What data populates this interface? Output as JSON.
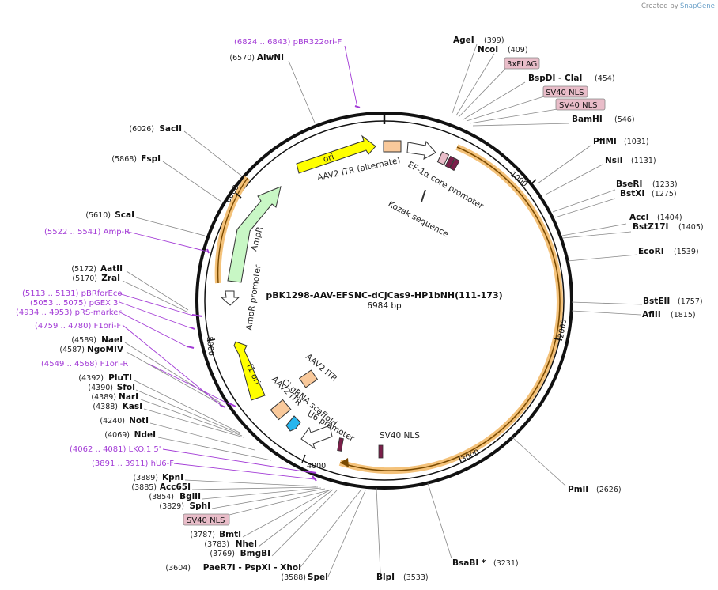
{
  "credit": {
    "created_by": "Created by",
    "brand": "SnapGene"
  },
  "plasmid": {
    "name": "pBK1298-AAV-EFSNC-dCjCas9-HP1bNH(111-173)",
    "length_label": "6984 bp"
  },
  "ticks": [
    "1000",
    "2000",
    "3000",
    "4000",
    "5000",
    "6000"
  ],
  "sites_right": [
    {
      "name": "AgeI",
      "pos": "(399)"
    },
    {
      "name": "NcoI",
      "pos": "(409)"
    },
    {
      "name": "BspDI - ClaI",
      "pos": "(454)"
    },
    {
      "name": "BamHI",
      "pos": "(546)"
    },
    {
      "name": "PflMI",
      "pos": "(1031)"
    },
    {
      "name": "NsiI",
      "pos": "(1131)"
    },
    {
      "name": "BseRI",
      "pos": "(1233)"
    },
    {
      "name": "BstXI",
      "pos": "(1275)"
    },
    {
      "name": "AccI",
      "pos": "(1404)"
    },
    {
      "name": "BstZ17I",
      "pos": "(1405)"
    },
    {
      "name": "EcoRI",
      "pos": "(1539)"
    },
    {
      "name": "BstEII",
      "pos": "(1757)"
    },
    {
      "name": "AflII",
      "pos": "(1815)"
    },
    {
      "name": "PmlI",
      "pos": "(2626)"
    },
    {
      "name": "BsaBI *",
      "pos": "(3231)"
    },
    {
      "name": "BlpI",
      "pos": "(3533)"
    }
  ],
  "boxes_right": [
    "3xFLAG",
    "SV40 NLS",
    "SV40 NLS"
  ],
  "sites_left": [
    {
      "name": "AlwNI",
      "pos": "(6570)"
    },
    {
      "name": "SacII",
      "pos": "(6026)"
    },
    {
      "name": "FspI",
      "pos": "(5868)"
    },
    {
      "name": "ScaI",
      "pos": "(5610)"
    },
    {
      "name": "AatII",
      "pos": "(5172)"
    },
    {
      "name": "ZraI",
      "pos": "(5170)"
    },
    {
      "name": "NaeI",
      "pos": "(4589)"
    },
    {
      "name": "NgoMIV",
      "pos": "(4587)"
    },
    {
      "name": "PluTI",
      "pos": "(4392)"
    },
    {
      "name": "SfoI",
      "pos": "(4390)"
    },
    {
      "name": "NarI",
      "pos": "(4389)"
    },
    {
      "name": "KasI",
      "pos": "(4388)"
    },
    {
      "name": "NotI",
      "pos": "(4240)"
    },
    {
      "name": "NdeI",
      "pos": "(4069)"
    },
    {
      "name": "KpnI",
      "pos": "(3889)"
    },
    {
      "name": "Acc65I",
      "pos": "(3885)"
    },
    {
      "name": "BglII",
      "pos": "(3854)"
    },
    {
      "name": "SphI",
      "pos": "(3829)"
    },
    {
      "name": "BmtI",
      "pos": "(3787)"
    },
    {
      "name": "NheI",
      "pos": "(3783)"
    },
    {
      "name": "BmgBI",
      "pos": "(3769)"
    },
    {
      "name": "PaeR7I - PspXI - XhoI",
      "pos": "(3604)"
    },
    {
      "name": "SpeI",
      "pos": "(3588)"
    }
  ],
  "box_left": "SV40 NLS",
  "primers": [
    {
      "name": "pBR322ori-F",
      "range": "(6824 .. 6843)"
    },
    {
      "name": "Amp-R",
      "range": "(5522 .. 5541)"
    },
    {
      "name": "pBRforEco",
      "range": "(5113 .. 5131)"
    },
    {
      "name": "pGEX 3'",
      "range": "(5053 .. 5075)"
    },
    {
      "name": "pRS-marker",
      "range": "(4934 .. 4953)"
    },
    {
      "name": "F1ori-F",
      "range": "(4759 .. 4780)"
    },
    {
      "name": "F1ori-R",
      "range": "(4549 .. 4568)"
    },
    {
      "name": "LKO.1 5'",
      "range": "(4062 .. 4081)"
    },
    {
      "name": "hU6-F",
      "range": "(3891 .. 3911)"
    }
  ],
  "features": {
    "ori": "ori",
    "aav2_itr_alt": "AAV2 ITR (alternate)",
    "ef1a": "EF-1α core promoter",
    "kozak": "Kozak sequence",
    "ampr": "AmpR",
    "ampr_promoter": "AmpR promoter",
    "f1_ori": "f1 ori",
    "aav2_itr_1": "AAV2 ITR",
    "aav2_itr_2": "AAV2 ITR",
    "cj_gRNA": "Cj gRNA scaffold",
    "u6": "U6 promoter",
    "sv40_nls": "SV40 NLS"
  },
  "colors": {
    "backbone": "#111111",
    "cds_fill": "#f6b24a",
    "ori_fill": "#ffff00",
    "ampr_fill": "#c8f7c5",
    "itr_fill": "#f9c99b",
    "primer": "#a23ad6",
    "box_fill": "#e9bdc9",
    "nls_fill": "#7b1f4a",
    "promoter_fill": "#ffffff",
    "scaffold_fill": "#27b6ee"
  }
}
